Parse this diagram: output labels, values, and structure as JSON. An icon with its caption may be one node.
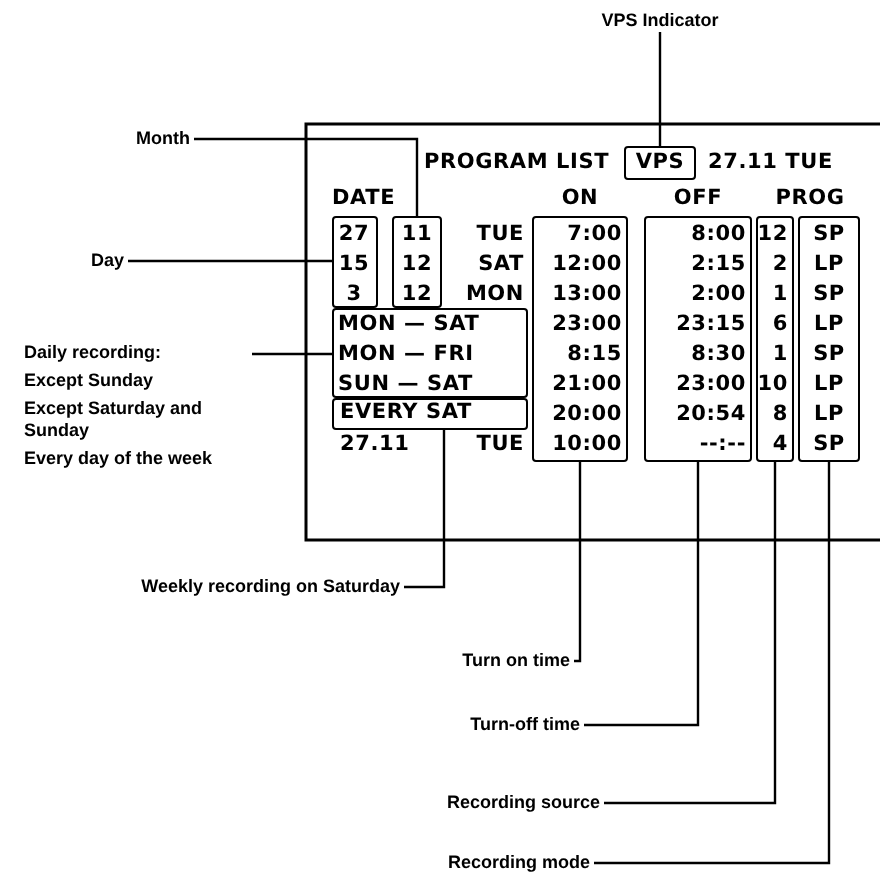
{
  "diagram": {
    "nodes": [
      {
        "text": [
          "VPS Indicator"
        ]
      },
      {
        "text": [
          "Month"
        ]
      },
      {
        "text": [
          "Day"
        ]
      },
      {
        "text": [
          "Daily recording:",
          "Except Sunday",
          "Except Saturday and Sunday",
          "Every day of the week"
        ]
      },
      {
        "text": [
          "Weekly recording on Saturday"
        ]
      },
      {
        "text": [
          "Turn on time"
        ]
      },
      {
        "text": [
          "Turn-off time"
        ]
      },
      {
        "text": [
          "Recording source"
        ]
      },
      {
        "text": [
          "Recording mode"
        ]
      },
      {
        "text": [
          "VPS"
        ]
      },
      {
        "text": [],
        "shape": "box"
      },
      {
        "text": [],
        "shape": "box"
      },
      {
        "text": [],
        "shape": "box"
      },
      {
        "text": [
          "EVERY SAT"
        ]
      },
      {
        "text": [],
        "shape": "box"
      },
      {
        "text": [],
        "shape": "box"
      },
      {
        "text": [],
        "shape": "box"
      },
      {
        "text": [],
        "shape": "box"
      }
    ],
    "edges": [
      {
        "from": 0,
        "to": 9,
        "arrow": "none"
      },
      {
        "from": 1,
        "to": 10,
        "arrow": "none"
      },
      {
        "from": 2,
        "to": 11,
        "arrow": "none"
      },
      {
        "from": 3,
        "to": 12,
        "arrow": "none"
      },
      {
        "from": 4,
        "to": 13,
        "arrow": "none"
      },
      {
        "from": 5,
        "to": 14,
        "arrow": "none"
      },
      {
        "from": 6,
        "to": 15,
        "arrow": "none"
      },
      {
        "from": 7,
        "to": 16,
        "arrow": "none"
      },
      {
        "from": 8,
        "to": 17,
        "arrow": "none"
      }
    ],
    "labels": [
      "PROGRAM LIST",
      "27.11 TUE",
      "DATE",
      "ON",
      "OFF",
      "PROG",
      "27",
      "11",
      "TUE",
      "7:00",
      "8:00",
      "12",
      "SP",
      "15",
      "12",
      "SAT",
      "12:00",
      "2:15",
      "2",
      "LP",
      "3",
      "12",
      "MON",
      "13:00",
      "2:00",
      "1",
      "SP",
      "MON — SAT",
      "23:00",
      "23:15",
      "6",
      "LP",
      "MON — FRI",
      "8:15",
      "8:30",
      "1",
      "SP",
      "SUN — SAT",
      "21:00",
      "23:00",
      "10",
      "LP",
      "20:00",
      "20:54",
      "8",
      "LP",
      "27.11",
      "TUE",
      "10:00",
      "--:--",
      "4",
      "SP"
    ]
  }
}
